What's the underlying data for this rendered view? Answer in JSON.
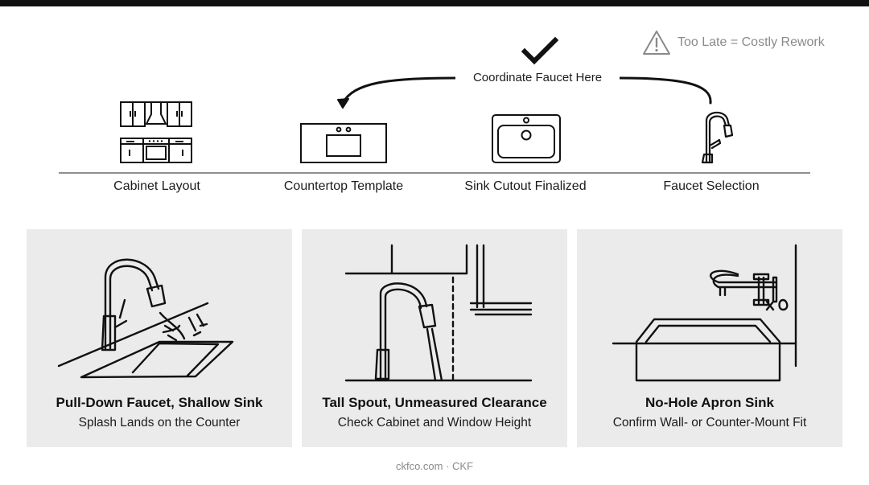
{
  "warning": {
    "icon": "warning-triangle-icon",
    "text": "Too Late = Costly Rework"
  },
  "coordination": {
    "icon": "checkmark-icon",
    "caption": "Coordinate Faucet Here"
  },
  "steps": [
    {
      "label": "Cabinet Layout",
      "icon": "cabinet-layout-icon"
    },
    {
      "label": "Countertop Template",
      "icon": "countertop-template-icon"
    },
    {
      "label": "Sink Cutout Finalized",
      "icon": "sink-cutout-icon"
    },
    {
      "label": "Faucet Selection",
      "icon": "faucet-icon"
    }
  ],
  "cards": [
    {
      "title": "Pull-Down Faucet, Shallow Sink",
      "subtitle": "Splash Lands on the Counter",
      "icon": "pull-down-faucet-splash-icon"
    },
    {
      "title": "Tall Spout, Unmeasured Clearance",
      "subtitle": "Check Cabinet and Window Height",
      "icon": "tall-spout-clearance-icon"
    },
    {
      "title": "No-Hole Apron Sink",
      "subtitle": "Confirm Wall- or Counter-Mount Fit",
      "icon": "apron-sink-wall-faucet-icon"
    }
  ],
  "footer": {
    "text": "ckfco.com · CKF"
  },
  "colors": {
    "line": "#111111",
    "muted": "#8a8a8a",
    "card_bg": "#ebebeb",
    "timeline": "#8f8f8f"
  }
}
